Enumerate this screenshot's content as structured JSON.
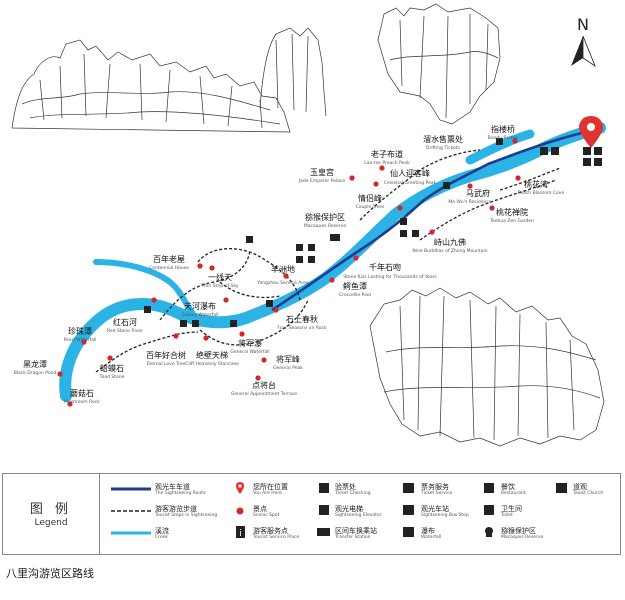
{
  "map": {
    "north": "N",
    "places": [
      {
        "id": "zhilouqiao",
        "zh": "指楼桥",
        "en": "Boodu Bridge"
      },
      {
        "id": "liushuishoupiao",
        "zh": "溜水售票处",
        "en": "Drifting Tickets"
      },
      {
        "id": "laozibudao",
        "zh": "老子布道",
        "en": "Lao-tse Preach Peak"
      },
      {
        "id": "yuhuanggong",
        "zh": "玉皇宫",
        "en": "Jade Emperor Palace"
      },
      {
        "id": "xianrenyingke",
        "zh": "仙人迎客峰",
        "en": "Celestial Greeting Peak"
      },
      {
        "id": "mawufu",
        "zh": "马武府",
        "en": "Ma Wu's Residence"
      },
      {
        "id": "taohuawan",
        "zh": "桃花湾",
        "en": "Peach Blossom Cove"
      },
      {
        "id": "taohuachanyuan",
        "zh": "桃花禅院",
        "en": "Taohua Zen Garden"
      },
      {
        "id": "qinglvfeng",
        "zh": "情侣峰",
        "en": "Couple Trees"
      },
      {
        "id": "mihoubaohuqu",
        "zh": "猕猴保护区",
        "en": "Macaques Reserve"
      },
      {
        "id": "chishanjiufo",
        "zh": "峙山九佛",
        "en": "Nine Buddhas of Zhong Mountain"
      },
      {
        "id": "qiannianshiwen",
        "zh": "千年石吻",
        "en": "Stone Kiss Lasting for Thousands of Years"
      },
      {
        "id": "eyutan",
        "zh": "鳄鱼潭",
        "en": "Crocodile Pool"
      },
      {
        "id": "yanghedi",
        "zh": "羊洲地",
        "en": "Yangzhou Service Area"
      },
      {
        "id": "bainianlaowu",
        "zh": "百年老屋",
        "en": "Centennial House"
      },
      {
        "id": "yixiantian",
        "zh": "一线天",
        "en": "Thin Strip of Sky"
      },
      {
        "id": "tianhepubu",
        "zh": "天河瀑布",
        "en": "Galaxy Waterfall"
      },
      {
        "id": "hongshihe",
        "zh": "红石河",
        "en": "Red Stone River"
      },
      {
        "id": "zhenzhutan",
        "zh": "珍珠潭",
        "en": "Pearl Waterfall"
      },
      {
        "id": "heilongtan",
        "zh": "黑龙潭",
        "en": "Black Dragon Pond"
      },
      {
        "id": "hamashi",
        "zh": "蛤蟆石",
        "en": "Toad Stone"
      },
      {
        "id": "moguoshi",
        "zh": "蘑菇石",
        "en": "Mushroom Rock"
      },
      {
        "id": "bainianhaohe",
        "zh": "百年好合树",
        "en": "Eternal Love Tree"
      },
      {
        "id": "juebitianti",
        "zh": "绝壁天梯",
        "en": "Cliff Heavenly Staircase"
      },
      {
        "id": "shishangchunqiu",
        "zh": "石上春秋",
        "en": "Four Seasons on Rock"
      },
      {
        "id": "jiangjunpu",
        "zh": "将军瀑",
        "en": "General Waterfall"
      },
      {
        "id": "jiangjunfeng",
        "zh": "将军峰",
        "en": "General Peak"
      },
      {
        "id": "dianjiangtai",
        "zh": "点将台",
        "en": "General Appointment Terrace"
      }
    ]
  },
  "legend": {
    "title_zh": "图 例",
    "title_en": "Legend",
    "items": [
      {
        "zh": "观光车车道",
        "en": "The Sightseeing Route"
      },
      {
        "zh": "游客游览步道",
        "en": "Tourist Steps in Sightseeing"
      },
      {
        "zh": "溪流",
        "en": "Creek"
      },
      {
        "zh": "您所在位置",
        "en": "You Are Here"
      },
      {
        "zh": "景点",
        "en": "Scenic Spot"
      },
      {
        "zh": "游客服务点",
        "en": "Tourist Service Place"
      },
      {
        "zh": "验票处",
        "en": "Ticket Checking"
      },
      {
        "zh": "观光电梯",
        "en": "Sightseeing Elevator"
      },
      {
        "zh": "区间车换乘站",
        "en": "Transfer Station"
      },
      {
        "zh": "票务服务",
        "en": "Ticket Service"
      },
      {
        "zh": "观光车站",
        "en": "Sightseeing Bus Stop"
      },
      {
        "zh": "瀑布",
        "en": "Waterfall"
      },
      {
        "zh": "餐饮",
        "en": "Restaurant"
      },
      {
        "zh": "卫生间",
        "en": "Toilet"
      },
      {
        "zh": "猕猴保护区",
        "en": "Macaques Reserve"
      },
      {
        "zh": "道观",
        "en": "Taoist Church"
      }
    ]
  },
  "caption": "八里沟游览区路线",
  "colors": {
    "creek": "#2bb3e6",
    "route": "#1f3a8f",
    "spot": "#d7262b",
    "here": "#e0322f"
  }
}
